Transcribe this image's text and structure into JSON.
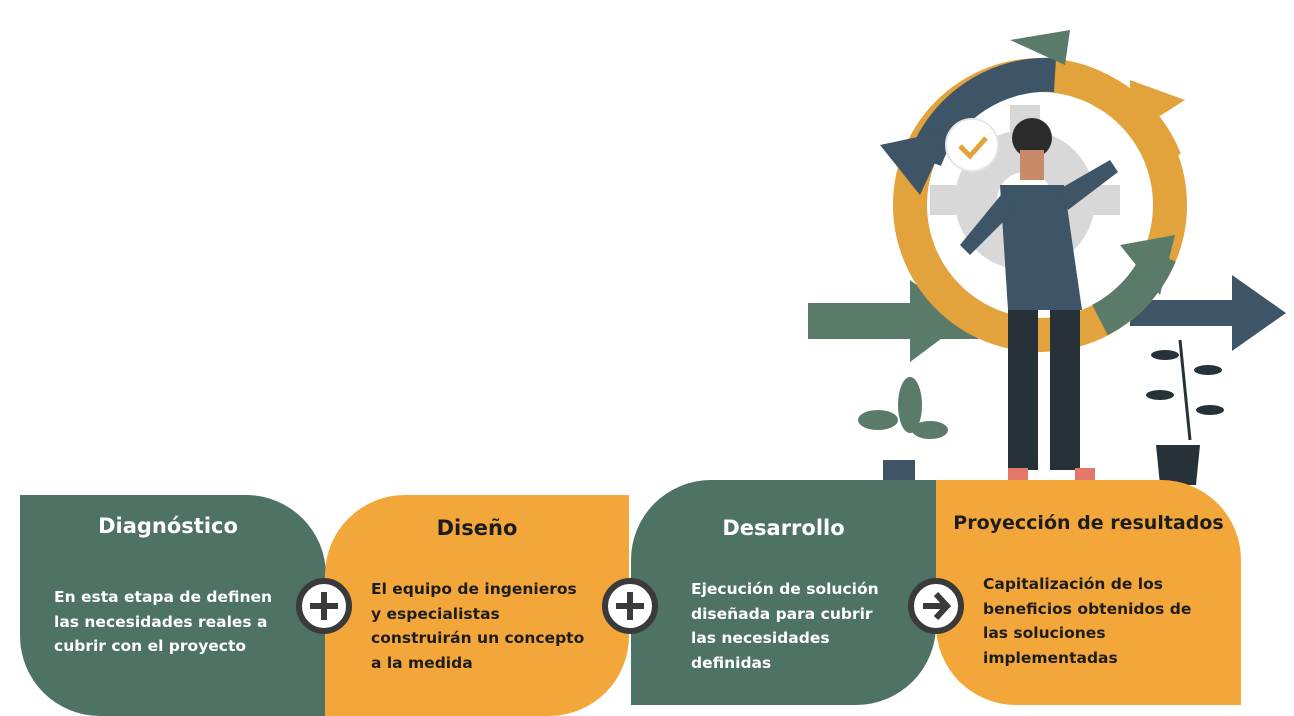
{
  "stages": [
    {
      "title": "Diagnóstico",
      "lines": [
        "En esta etapa de definen",
        "las necesidades reales a",
        "cubrir con el proyecto"
      ]
    },
    {
      "title": "Diseño",
      "lines": [
        "El equipo de ingenieros",
        "y especialistas",
        "construirán un concepto",
        "a la medida"
      ]
    },
    {
      "title": "Desarrollo",
      "lines": [
        "Ejecución de solución",
        "diseñada para cubrir",
        "las necesidades",
        "definidas"
      ]
    },
    {
      "title": "Proyección de resultados",
      "lines": [
        "Capitalización de los",
        "beneficios obtenidos de",
        "las soluciones",
        "implementadas"
      ]
    }
  ],
  "connectors": [
    "plus-icon",
    "plus-icon",
    "arrow-right-icon"
  ],
  "colors": {
    "green": "#4e7263",
    "orange": "#f3a73a",
    "dark": "#3a3a3a",
    "slate": "#3d5566",
    "sage": "#5a7a6a"
  }
}
